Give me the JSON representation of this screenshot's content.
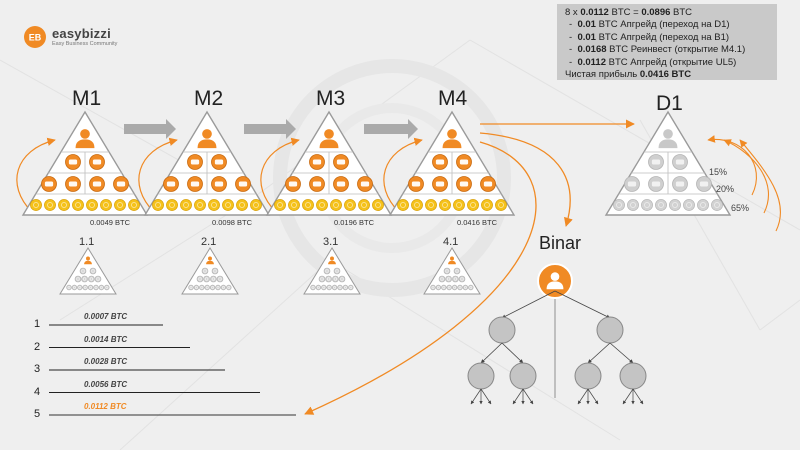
{
  "brand": {
    "name": "easybizzi",
    "tagline": "Easy Business Community",
    "logo_letters": "EB"
  },
  "info": {
    "line1": {
      "pre": "8 x ",
      "b1": "0.0112",
      "mid": " BTC = ",
      "b2": "0.0896",
      "post": " BTC"
    },
    "items": [
      {
        "b": "0.01",
        "t": " BTC Апгрейд (переход на D1)"
      },
      {
        "b": "0.01",
        "t": " BTC Апгрейд (переход на B1)"
      },
      {
        "b": "0.0168",
        "t": " BTC Реинвест (открытие M4.1)"
      },
      {
        "b": "0.0112",
        "t": " BTC Апгрейд (открытие UL5)"
      }
    ],
    "profit": {
      "t": "Чистая прибыль ",
      "b": "0.0416 BTC"
    }
  },
  "matrices": [
    {
      "title": "M1",
      "value": "0.0049 BTC",
      "sub": "1.1"
    },
    {
      "title": "M2",
      "value": "0.0098 BTC",
      "sub": "2.1"
    },
    {
      "title": "M3",
      "value": "0.0196 BTC",
      "sub": "3.1"
    },
    {
      "title": "M4",
      "value": "0.0416 BTC",
      "sub": "4.1"
    }
  ],
  "d1": {
    "title": "D1",
    "percents": [
      "15%",
      "20%",
      "65%"
    ]
  },
  "binar": {
    "title": "Binar"
  },
  "levels": [
    {
      "num": "1",
      "value": "0.0007 BTC"
    },
    {
      "num": "2",
      "value": "0.0014 BTC"
    },
    {
      "num": "3",
      "value": "0.0028 BTC"
    },
    {
      "num": "4",
      "value": "0.0056 BTC"
    },
    {
      "num": "5",
      "value": "0.0112 BTC"
    }
  ],
  "colors": {
    "accent": "#f08a24",
    "accent_dark": "#c86a10",
    "coin_yellow": "#f5c21b",
    "grey_node": "#c4c4c4",
    "line": "#555555",
    "arrow": "#aaaaaa",
    "info_bg": "#c9c9c9"
  }
}
